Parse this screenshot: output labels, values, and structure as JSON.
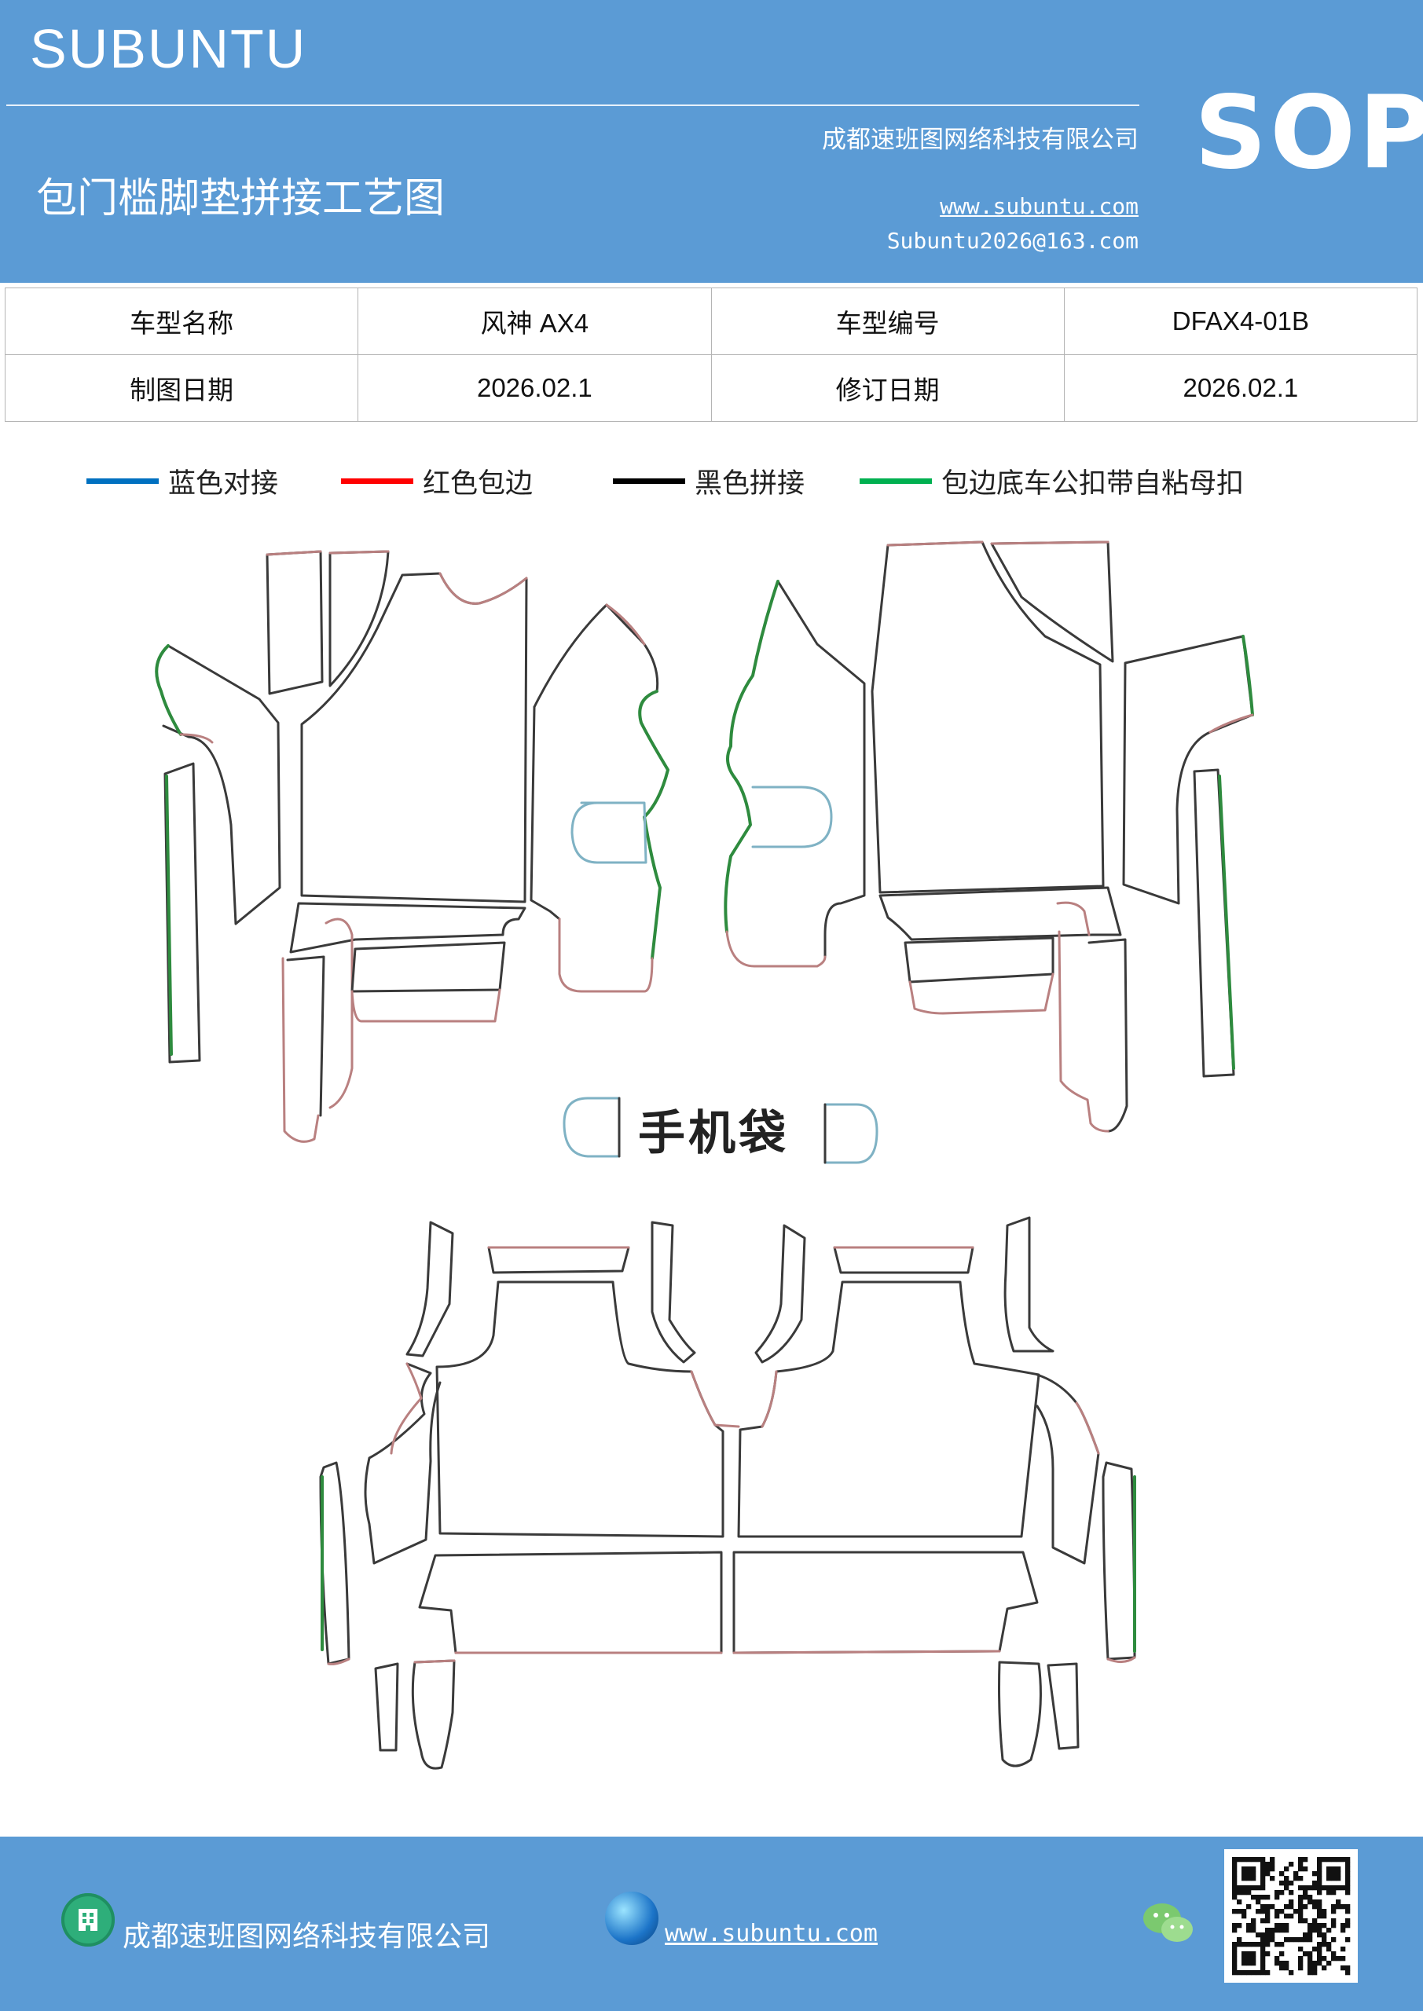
{
  "header": {
    "brand": "SUBUNTU",
    "sop": "SOP",
    "company": "成都速班图网络科技有限公司",
    "title": "包门槛脚垫拼接工艺图",
    "website": "www.subuntu.com",
    "email": "Subuntu2026@163.com"
  },
  "info": {
    "model_name_label": "车型名称",
    "model_name": "风神 AX4",
    "model_code_label": "车型编号",
    "model_code": "DFAX4-01B",
    "draw_date_label": "制图日期",
    "draw_date": "2026.02.1",
    "revise_date_label": "修订日期",
    "revise_date": "2026.02.1"
  },
  "legend": [
    {
      "label": "蓝色对接",
      "color": "#0070c0"
    },
    {
      "label": "红色包边",
      "color": "#ff0000"
    },
    {
      "label": "黑色拼接",
      "color": "#000000"
    },
    {
      "label": "包边底车公扣带自粘母扣",
      "color": "#00b050"
    }
  ],
  "drawing": {
    "pocket_label": "手机袋",
    "line_colors": {
      "black": "#3a3a3a",
      "red": "#b98080",
      "green": "#2e8b3e",
      "blue": "#7fb2c4"
    }
  },
  "footer": {
    "company": "成都速班图网络科技有限公司",
    "website": "www.subuntu.com",
    "icons": [
      "building-icon",
      "globe-icon",
      "wechat-icon",
      "qr-code"
    ]
  }
}
